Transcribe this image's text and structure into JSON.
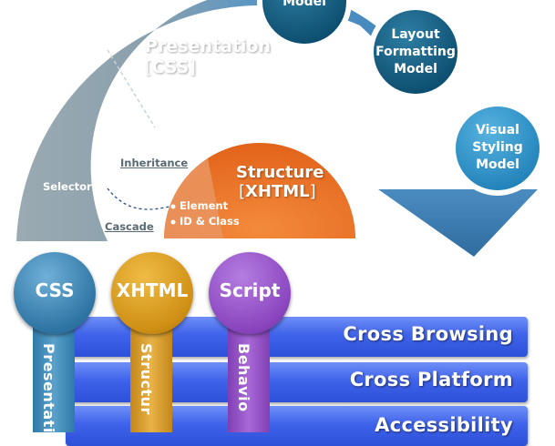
{
  "arc": {
    "presentation_title": "Presentation",
    "presentation_sub_pre": "[",
    "presentation_sub_main": "CSS",
    "presentation_sub_post": "]"
  },
  "structure": {
    "title": "Structure",
    "sub_pre": "[",
    "sub_main": "XHTML",
    "sub_post": "]"
  },
  "concepts": {
    "selector": "Selector",
    "inheritance": "Inheritance",
    "cascade": "Cascade",
    "element": "Element",
    "id_class": "ID & Class"
  },
  "models": [
    {
      "lines": [
        "Model"
      ]
    },
    {
      "lines": [
        "Layout",
        "Formatting",
        "Model"
      ]
    },
    {
      "lines": [
        "Visual",
        "Styling",
        "Model"
      ]
    }
  ],
  "layers": [
    {
      "label": "CSS",
      "pillar": "Presentati"
    },
    {
      "label": "XHTML",
      "pillar": "Structur"
    },
    {
      "label": "Script",
      "pillar": "Behavio"
    }
  ],
  "strips": [
    "Cross Browsing",
    "Cross Platform",
    "Accessibility"
  ],
  "colors": {
    "arc_gray": "#8fa3ae",
    "arc_blue": "#4f8fc0",
    "structure_orange": "#f07a2a",
    "model_dark": "#0d5a7e",
    "model_light": "#2d93c9",
    "css_blue": "#3d86b4",
    "xhtml_gold": "#d99a1e",
    "script_purple": "#9450c5",
    "strip_blue": "#3f63ea"
  }
}
